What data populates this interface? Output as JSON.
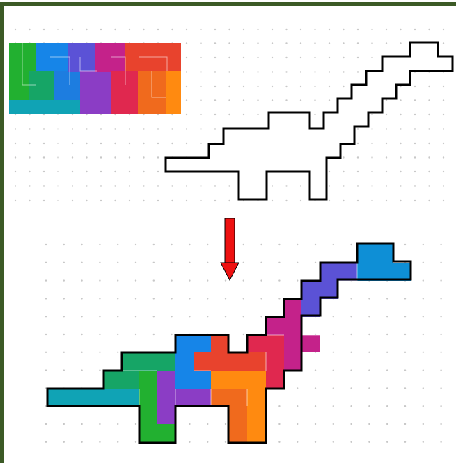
{
  "puzzle": {
    "type": "pentomino-tiling",
    "pieces": [
      {
        "name": "green-piece",
        "color": "#22b030"
      },
      {
        "name": "teal-piece",
        "color": "#16a566"
      },
      {
        "name": "cyan-piece",
        "color": "#10a3b5"
      },
      {
        "name": "blue-piece",
        "color": "#1685e8"
      },
      {
        "name": "purple-piece",
        "color": "#8b3dc5"
      },
      {
        "name": "indigo-piece",
        "color": "#5b52d6"
      },
      {
        "name": "magenta-piece",
        "color": "#c4228a"
      },
      {
        "name": "crimson-piece",
        "color": "#e0284f"
      },
      {
        "name": "red-piece",
        "color": "#e8432d"
      },
      {
        "name": "orange-piece",
        "color": "#f06a1d"
      },
      {
        "name": "amber-piece",
        "color": "#ff8a10"
      },
      {
        "name": "sky-piece",
        "color": "#0e8fd6"
      }
    ],
    "target_shape": "dinosaur",
    "arrow_direction": "down",
    "colors": {
      "frame": "#3c5a26",
      "grid_dot": "#c8c8c8",
      "outline": "#000000",
      "arrow": "#ee1111"
    }
  }
}
